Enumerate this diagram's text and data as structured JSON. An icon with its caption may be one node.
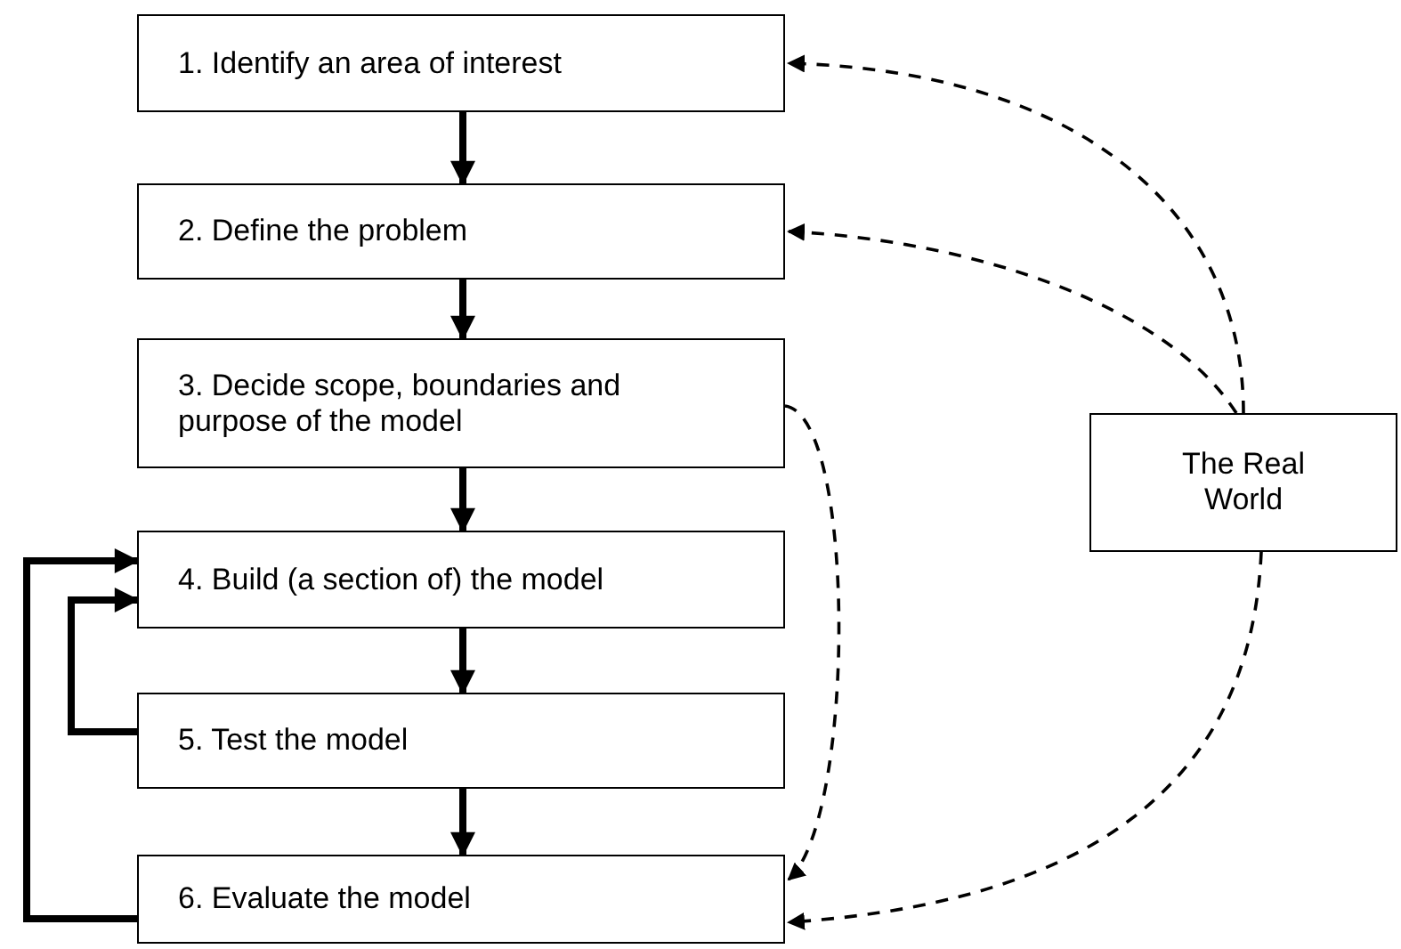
{
  "diagram": {
    "nodes": [
      {
        "text": [
          "1. Identify an area of interest"
        ]
      },
      {
        "text": [
          "2. Define the problem"
        ]
      },
      {
        "text": [
          "3. Decide scope, boundaries and purpose of the model"
        ]
      },
      {
        "text": [
          "4. Build (a section of) the model"
        ]
      },
      {
        "text": [
          "5. Test the model"
        ]
      },
      {
        "text": [
          "6. Evaluate the model"
        ]
      },
      {
        "text": [
          "The Real World"
        ]
      }
    ],
    "edges": [
      {
        "from": 0,
        "to": 1,
        "arrow": "to"
      },
      {
        "from": 1,
        "to": 2,
        "arrow": "to"
      },
      {
        "from": 2,
        "to": 3,
        "arrow": "to"
      },
      {
        "from": 3,
        "to": 4,
        "arrow": "to"
      },
      {
        "from": 4,
        "to": 5,
        "arrow": "to"
      },
      {
        "from": 4,
        "to": 3,
        "arrow": "to"
      },
      {
        "from": 5,
        "to": 3,
        "arrow": "to"
      },
      {
        "from": 6,
        "to": 0,
        "arrow": "to",
        "style": "dashed"
      },
      {
        "from": 6,
        "to": 1,
        "arrow": "to",
        "style": "dashed"
      },
      {
        "from": 2,
        "to": 5,
        "arrow": "to",
        "style": "dashed"
      },
      {
        "from": 6,
        "to": 5,
        "arrow": "to",
        "style": "dashed"
      }
    ]
  }
}
